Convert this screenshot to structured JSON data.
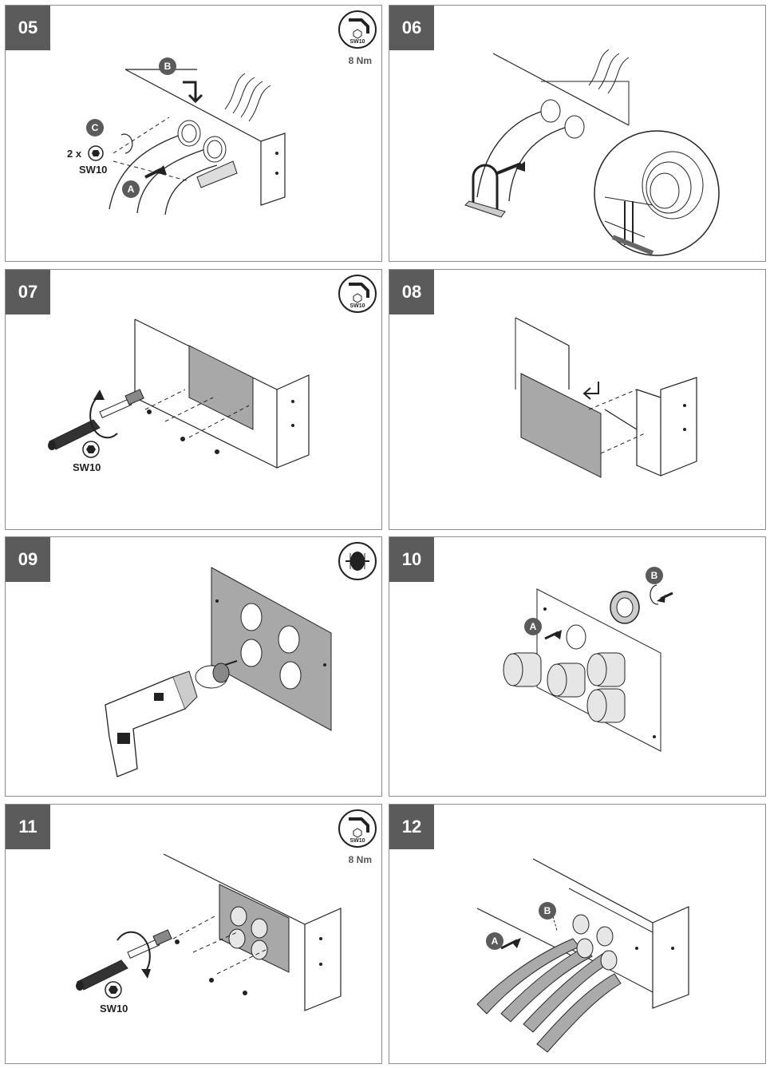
{
  "steps": [
    {
      "number": "05",
      "tool": "hex-key",
      "tool_size": "SW10",
      "torque": "8 Nm",
      "callouts": [
        "A",
        "B",
        "C"
      ],
      "quantity": "2 x",
      "size_label": "SW10"
    },
    {
      "number": "06",
      "callouts": []
    },
    {
      "number": "07",
      "tool": "hex-key",
      "tool_size": "SW10",
      "size_label": "SW10"
    },
    {
      "number": "08",
      "callouts": []
    },
    {
      "number": "09",
      "tool": "hole-saw"
    },
    {
      "number": "10",
      "callouts": [
        "A",
        "B"
      ]
    },
    {
      "number": "11",
      "tool": "hex-key",
      "tool_size": "SW10",
      "torque": "8 Nm",
      "size_label": "SW10"
    },
    {
      "number": "12",
      "callouts": [
        "A",
        "B"
      ]
    }
  ],
  "colors": {
    "badge": "#5b5b5c",
    "plate": "#a8a8a8",
    "line": "#222222",
    "border": "#8c8c8c"
  }
}
